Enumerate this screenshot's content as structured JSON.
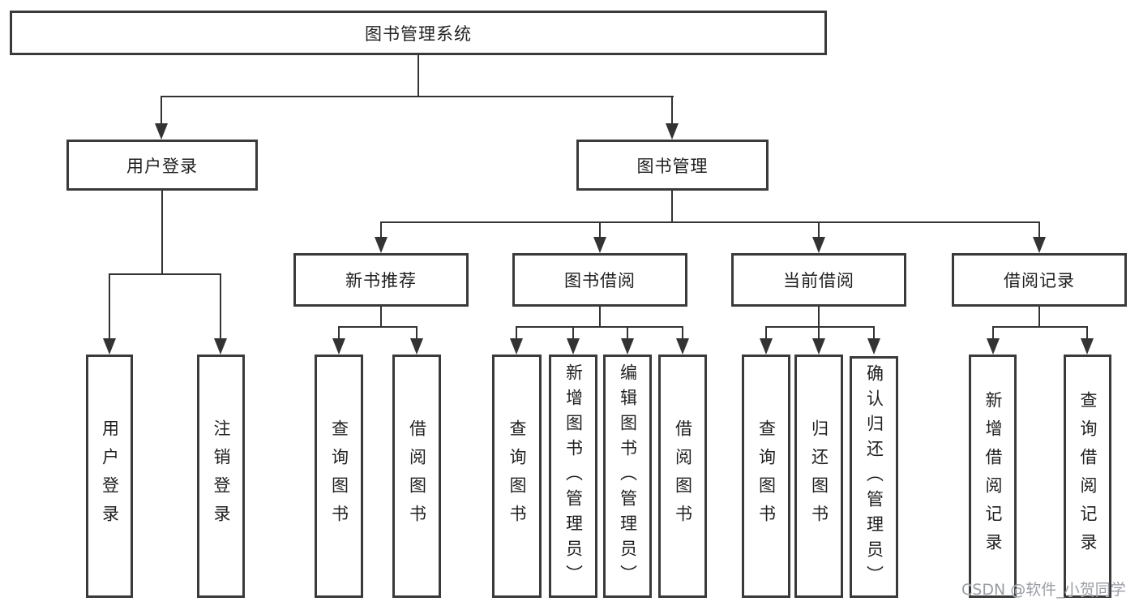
{
  "diagram": {
    "root": {
      "label": "图书管理系统"
    },
    "level2": [
      {
        "label": "用户登录"
      },
      {
        "label": "图书管理"
      }
    ],
    "level3": [
      {
        "label": "新书推荐"
      },
      {
        "label": "图书借阅"
      },
      {
        "label": "当前借阅"
      },
      {
        "label": "借阅记录"
      }
    ],
    "leaves": {
      "user_login": [
        {
          "label": "用户登录"
        },
        {
          "label": "注销登录"
        }
      ],
      "new_book": [
        {
          "label": "查询图书"
        },
        {
          "label": "借阅图书"
        }
      ],
      "book_borrow": [
        {
          "label": "查询图书"
        },
        {
          "label": "新增图书（管理员）"
        },
        {
          "label": "编辑图书（管理员）"
        },
        {
          "label": "借阅图书"
        }
      ],
      "current_borrow": [
        {
          "label": "查询图书"
        },
        {
          "label": "归还图书"
        },
        {
          "label": "确认归还（管理员）"
        }
      ],
      "records": [
        {
          "label": "新增借阅记录"
        },
        {
          "label": "查询借阅记录"
        }
      ]
    }
  },
  "watermark": {
    "text": "CSDN @软件_小贺同学"
  },
  "colors": {
    "border": "#3a3a3a",
    "line": "#333333",
    "text": "#1f1f1f",
    "background": "#ffffff",
    "watermark": "#94989e"
  }
}
